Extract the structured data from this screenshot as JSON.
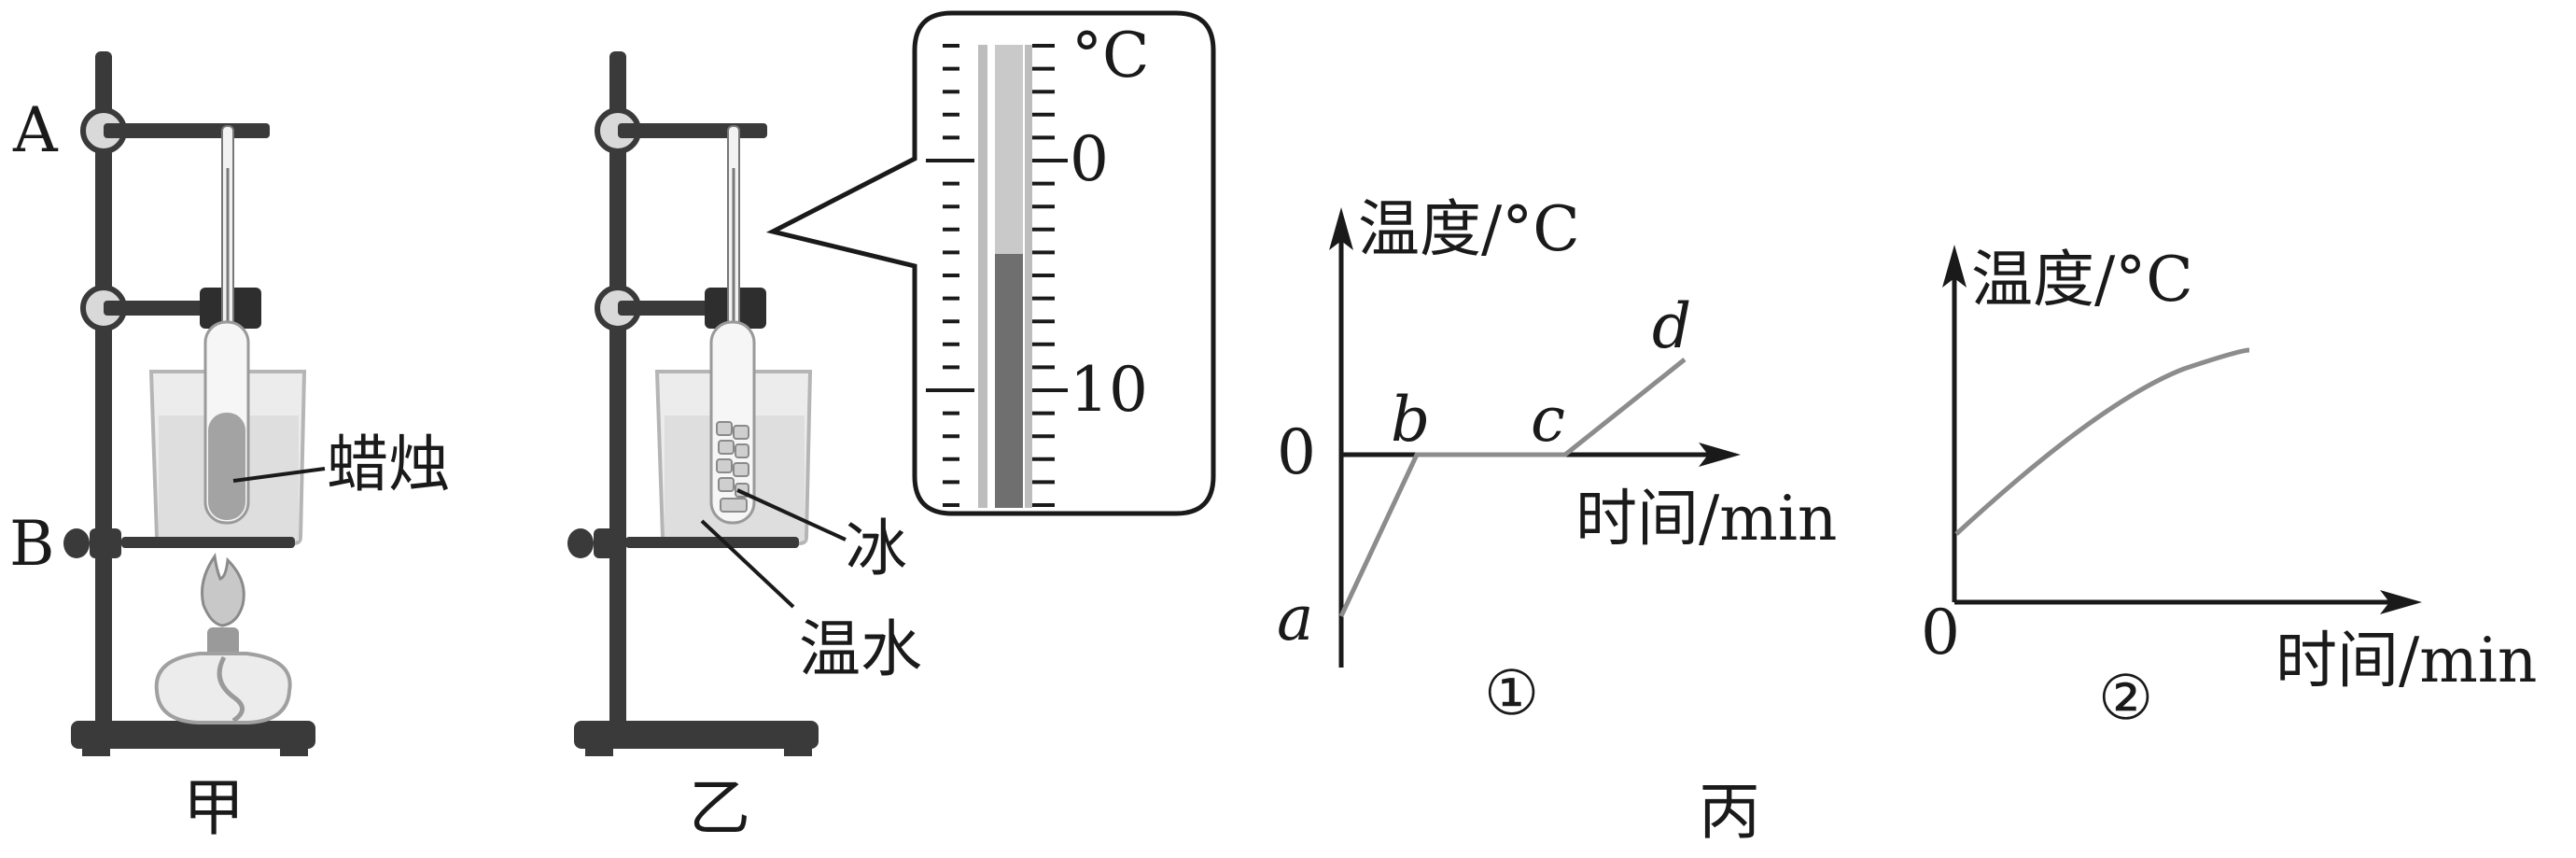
{
  "apparatus_a": {
    "clamp_label_top": "A",
    "clamp_label_bottom": "B",
    "content_label": "蜡烛",
    "caption": "甲"
  },
  "apparatus_b": {
    "content_label": "冰",
    "bath_label": "温水",
    "caption": "乙",
    "thermometer_zoom": {
      "unit": "°C",
      "ticks": [
        "0",
        "10"
      ]
    }
  },
  "group_caption": "丙",
  "graph_1": {
    "ylabel": "温度/°C",
    "xlabel": "时间/min",
    "origin_label": "0",
    "point_labels": [
      "a",
      "b",
      "c",
      "d"
    ],
    "number": "①"
  },
  "graph_2": {
    "ylabel": "温度/°C",
    "xlabel": "时间/min",
    "origin_label": "0",
    "number": "②"
  },
  "colors": {
    "ink": "#1a1a1a",
    "stand": "#3a3a3a",
    "curve": "#8c8c8c",
    "liquid": "#6f6f6f",
    "glass": "#e9e9e9"
  }
}
